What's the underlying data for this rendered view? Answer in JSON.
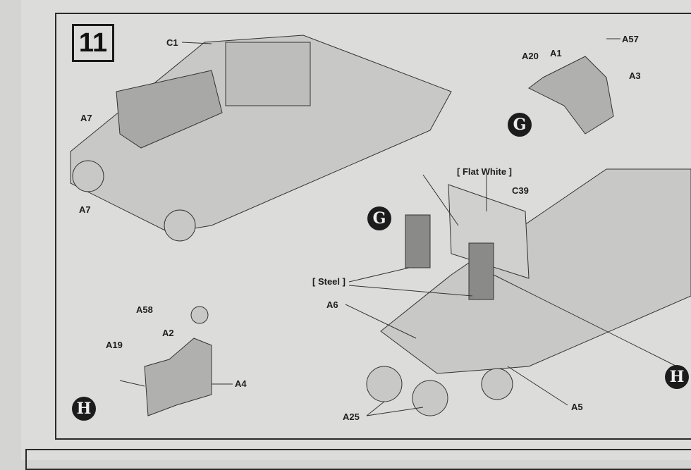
{
  "step_number": "11",
  "labels": {
    "c1": "C1",
    "a57": "A57",
    "a20": "A20",
    "a1": "A1",
    "a3": "A3",
    "a7_top": "A7",
    "a7_bottom": "A7",
    "flat_white": "[ Flat White ]",
    "c39": "C39",
    "steel": "[ Steel ]",
    "a6": "A6",
    "a58": "A58",
    "a2": "A2",
    "a19": "A19",
    "a4": "A4",
    "a5": "A5",
    "a25": "A25"
  },
  "callouts": {
    "g_top": "G",
    "g_mid": "G",
    "h_left": "H",
    "h_right": "H"
  }
}
